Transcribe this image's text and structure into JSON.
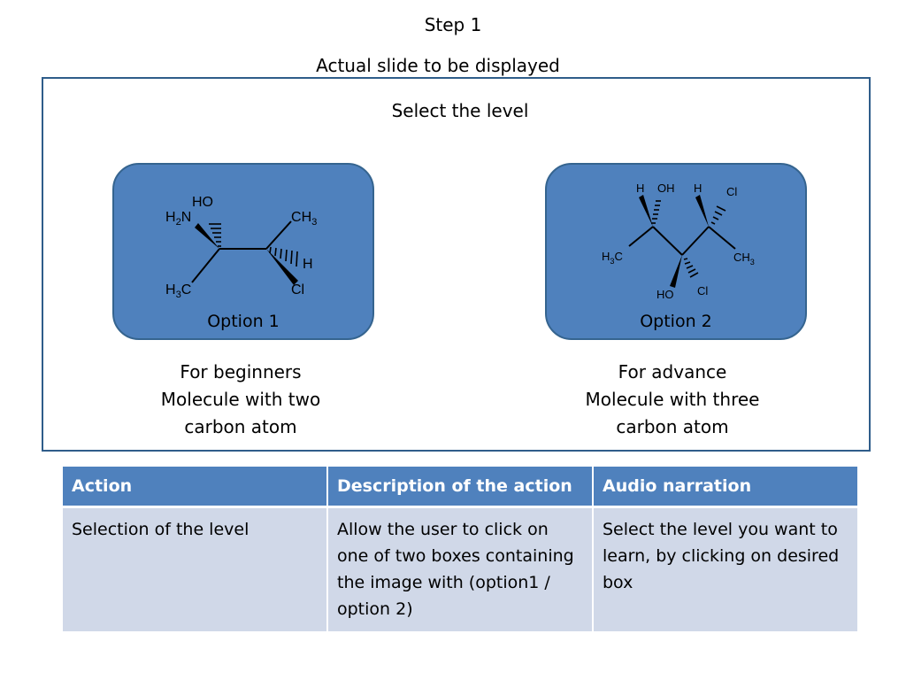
{
  "header": {
    "step": "Step 1",
    "caption": "Actual slide to be displayed"
  },
  "slide": {
    "heading": "Select the level",
    "options": [
      {
        "label": "Option 1",
        "desc_lines": [
          "For beginners",
          "Molecule with two",
          "carbon atom"
        ],
        "molecule_labels": {
          "ho": "HO",
          "h2n": "H2N",
          "ch3": "CH3",
          "h": "H",
          "h3c": "H3C",
          "cl": "Cl"
        }
      },
      {
        "label": "Option 2",
        "desc_lines": [
          "For advance",
          "Molecule with three",
          "carbon atom"
        ],
        "molecule_labels": {
          "h_left": "H",
          "oh": "OH",
          "h_right": "H",
          "cl_top": "Cl",
          "h3c": "H3C",
          "ch3": "CH3",
          "ho": "HO",
          "cl_bottom": "Cl"
        }
      }
    ],
    "colors": {
      "box_fill": "#4f81bd",
      "frame_border": "#2f5d8a"
    }
  },
  "table": {
    "headers": [
      "Action",
      "Description of the action",
      "Audio narration"
    ],
    "rows": [
      [
        "Selection of the level",
        "Allow the user to click on one of two boxes containing the image with (option1 / option 2)",
        "Select the level you want to learn, by clicking on desired box"
      ]
    ],
    "colors": {
      "header_bg": "#4f81bd",
      "row_bg": "#d0d8e8"
    }
  }
}
